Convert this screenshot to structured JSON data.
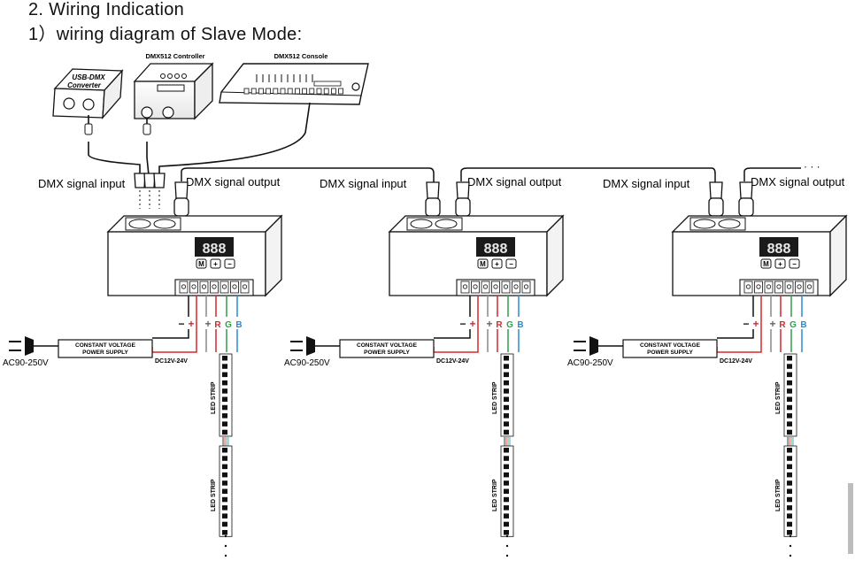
{
  "heading": "2. Wiring Indication",
  "subheading": "1）wiring  diagram of Slave Mode:",
  "sources": {
    "usb_dmx": "USB-DMX\nConverter",
    "controller": "DMX512 Controller",
    "console": "DMX512 Console"
  },
  "labels": {
    "dmx_input": "DMX signal input",
    "dmx_output": "DMX signal output",
    "power_supply": "CONSTANT VOLTAGE\nPOWER SUPPLY",
    "ac": "AC90-250V",
    "dc": "DC12V-24V",
    "led_strip": "LED STRIP",
    "continuation": "· · ·"
  },
  "display_digits": "888",
  "buttons": [
    "M",
    "+",
    "−"
  ],
  "terminals": [
    "−",
    "+",
    "+",
    "R",
    "G",
    "B"
  ],
  "colors": {
    "red": "#d9262b",
    "green": "#2e9e4a",
    "blue": "#2b8ad6",
    "ink": "#111111"
  },
  "units": 3
}
